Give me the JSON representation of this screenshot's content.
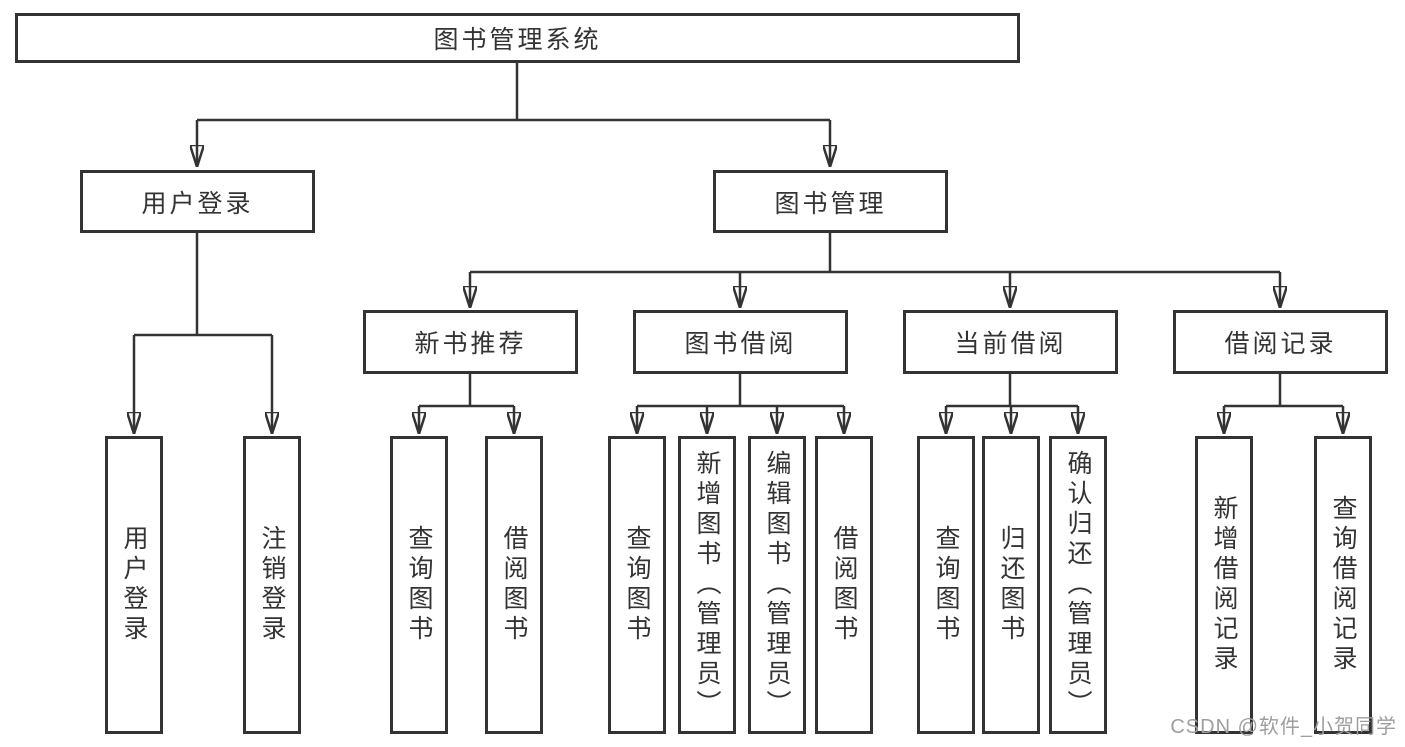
{
  "style": {
    "line_color": "#333333",
    "box_border_color": "#333333",
    "box_fill": "#ffffff",
    "text_color": "#333333",
    "watermark_color": "#9e9e9e"
  },
  "nodes": {
    "root": {
      "label": "图书管理系统"
    },
    "level2": [
      {
        "label": "用户登录"
      },
      {
        "label": "图书管理"
      }
    ],
    "level3": [
      {
        "label": "新书推荐",
        "parent": "图书管理"
      },
      {
        "label": "图书借阅",
        "parent": "图书管理"
      },
      {
        "label": "当前借阅",
        "parent": "图书管理"
      },
      {
        "label": "借阅记录",
        "parent": "图书管理"
      }
    ],
    "leaves": [
      {
        "label": "用户登录",
        "parent": "用户登录"
      },
      {
        "label": "注销登录",
        "parent": "用户登录"
      },
      {
        "label": "查询图书",
        "parent": "新书推荐"
      },
      {
        "label": "借阅图书",
        "parent": "新书推荐"
      },
      {
        "label": "查询图书",
        "parent": "图书借阅"
      },
      {
        "label": "新增图书（管理员）",
        "parent": "图书借阅"
      },
      {
        "label": "编辑图书（管理员）",
        "parent": "图书借阅"
      },
      {
        "label": "借阅图书",
        "parent": "图书借阅"
      },
      {
        "label": "查询图书",
        "parent": "当前借阅"
      },
      {
        "label": "归还图书",
        "parent": "当前借阅"
      },
      {
        "label": "确认归还（管理员）",
        "parent": "当前借阅"
      },
      {
        "label": "新增借阅记录",
        "parent": "借阅记录"
      },
      {
        "label": "查询借阅记录",
        "parent": "借阅记录"
      }
    ]
  },
  "watermark": {
    "text": "CSDN @软件_小贺同学"
  }
}
